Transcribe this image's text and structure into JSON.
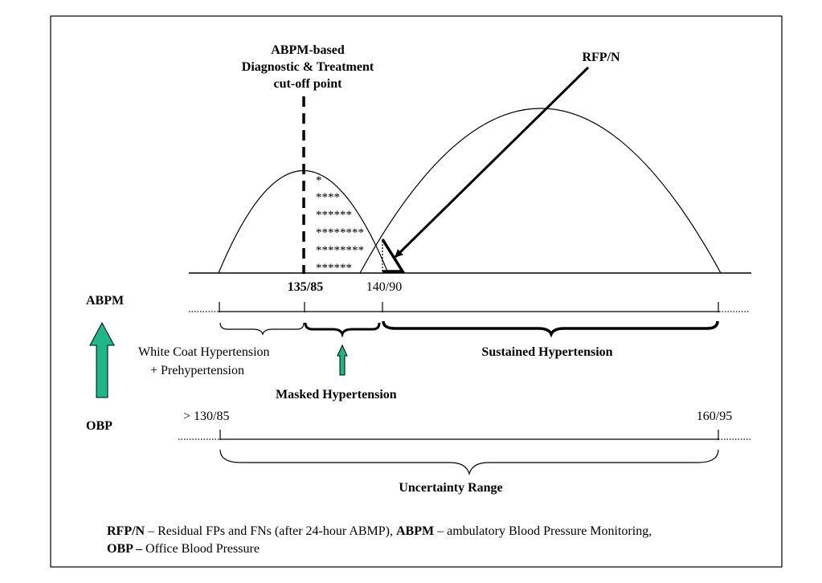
{
  "title_lines": [
    "ABPM-based",
    "Diagnostic & Treatment",
    "cut-off point"
  ],
  "rfpn_label": "RFP/N",
  "abpm_label": "ABPM",
  "obp_label": "OBP",
  "tick_135": "135/85",
  "tick_140": "140/90",
  "obp_tick_left": "> 130/85",
  "obp_tick_right": "160/95",
  "star_rows": [
    "*",
    "****",
    "******",
    "********",
    "********",
    "******"
  ],
  "white_coat_label": "White Coat Hypertension",
  "prehypertension_label": "+  Prehypertension",
  "masked_label": "Masked Hypertension",
  "sustained_label": "Sustained Hypertension",
  "uncertainty_label": "Uncertainty Range",
  "legend": {
    "rfpn_term": "RFP/N",
    "rfpn_def": " – Residual FPs and FNs (after 24-hour ABMP), ",
    "abpm_term": "ABPM",
    "abpm_def": " – ambulatory Blood Pressure Monitoring,",
    "obp_term": "OBP –",
    "obp_def": " Office Blood Pressure"
  },
  "colors": {
    "arrow_fill": "#1db887",
    "stroke": "#000000"
  }
}
